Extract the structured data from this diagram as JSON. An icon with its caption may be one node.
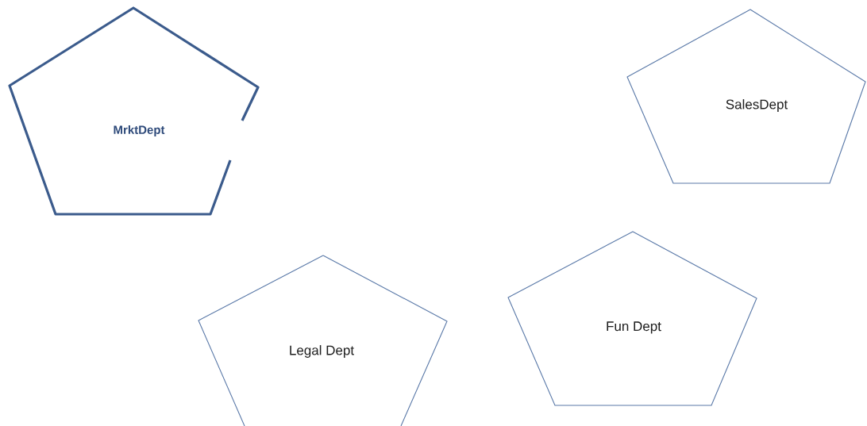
{
  "diagram": {
    "nodes": [
      {
        "text": [
          "MrktDept"
        ]
      },
      {
        "text": [
          "SalesDept"
        ]
      },
      {
        "text": [
          "Legal Dept"
        ]
      },
      {
        "text": [
          "Fun Dept"
        ]
      }
    ]
  }
}
